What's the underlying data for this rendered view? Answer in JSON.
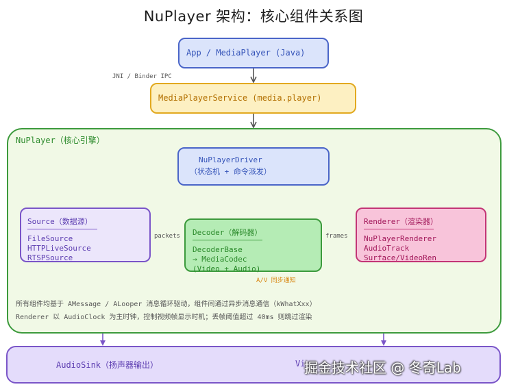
{
  "title": "NuPlayer 架构：核心组件关系图",
  "nodes": {
    "app": {
      "label": "App / MediaPlayer (Java)"
    },
    "service": {
      "label": "MediaPlayerService (media.player)"
    },
    "core": {
      "label": "NuPlayer（核心引擎）"
    },
    "driver": {
      "line1": "NuPlayerDriver",
      "line2": "（状态机 + 命令派发）"
    },
    "source": {
      "title": "Source（数据源）",
      "items": [
        "FileSource",
        "HTTPLiveSource",
        "RTSPSource"
      ]
    },
    "decoder": {
      "title": "Decoder（解码器）",
      "items": [
        "DecoderBase",
        "→ MediaCodec",
        "(Video + Audio)"
      ]
    },
    "renderer": {
      "title": "Renderer（渲染器）",
      "items": [
        "NuPlayerRenderer",
        "AudioTrack",
        "Surface/VideoRen"
      ]
    },
    "audiosink": {
      "label": "AudioSink（扬声器输出）"
    },
    "videosink": {
      "label": "Vi"
    }
  },
  "edges": {
    "jni": "JNI / Binder IPC",
    "packets": "packets",
    "frames": "frames",
    "av_sync": "A/V 同步通知"
  },
  "notes": [
    "所有组件均基于 AMessage / ALooper 消息循环驱动，组件间通过异步消息通信（kWhatXxx）",
    "Renderer 以 AudioClock 为主时钟，控制视频帧显示时机；丢帧阈值超过 40ms 则跳过渲染"
  ],
  "watermark": "掘金技术社区 @ 冬奇Lab",
  "colors": {
    "blue": "#4a65c8",
    "orange": "#e2a91f",
    "green": "#3c9a3c",
    "purple": "#7a55c8",
    "pink": "#c33576",
    "arrow": "#555555"
  }
}
